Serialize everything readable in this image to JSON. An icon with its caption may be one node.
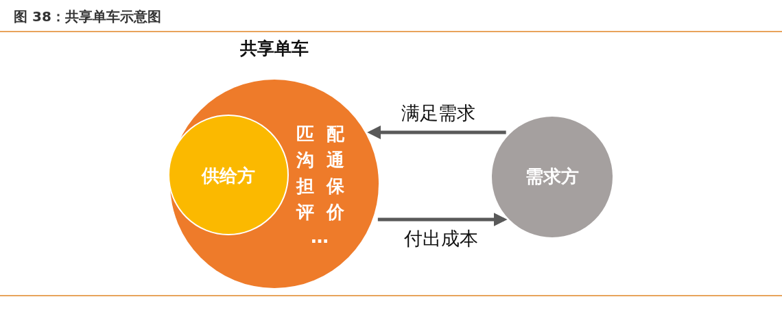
{
  "diagram": {
    "title": "图 38：共享单车示意图",
    "nodes": [
      {
        "text": [
          "共享单车",
          "匹配",
          "沟通",
          "担保",
          "评价",
          "…"
        ]
      },
      {
        "text": [
          "供给方"
        ],
        "in": 0
      },
      {
        "text": [
          "需求方"
        ]
      }
    ],
    "edges": [
      {
        "from": 2,
        "to": 0,
        "arrow": "to",
        "label": "满足需求"
      },
      {
        "from": 0,
        "to": 2,
        "arrow": "to",
        "label": "付出成本"
      }
    ]
  }
}
